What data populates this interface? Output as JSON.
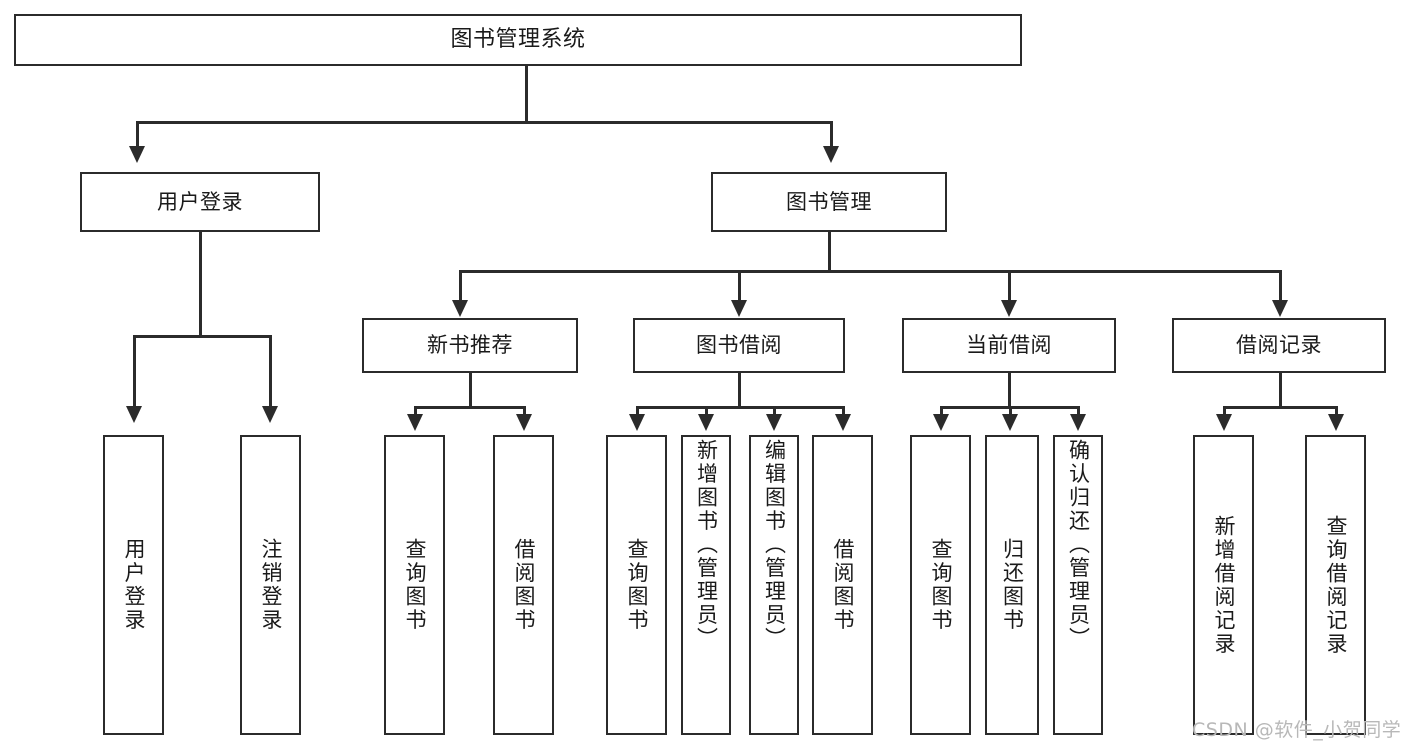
{
  "diagram": {
    "type": "tree-hierarchy",
    "title": "图书管理系统",
    "root": {
      "label": "图书管理系统",
      "children": [
        {
          "label": "用户登录",
          "children": [
            {
              "label": "用户登录"
            },
            {
              "label": "注销登录"
            }
          ]
        },
        {
          "label": "图书管理",
          "children": [
            {
              "label": "新书推荐",
              "children": [
                {
                  "label": "查询图书"
                },
                {
                  "label": "借阅图书"
                }
              ]
            },
            {
              "label": "图书借阅",
              "children": [
                {
                  "label": "查询图书"
                },
                {
                  "label": "新增图书（管理员）"
                },
                {
                  "label": "编辑图书（管理员）"
                },
                {
                  "label": "借阅图书"
                }
              ]
            },
            {
              "label": "当前借阅",
              "children": [
                {
                  "label": "查询图书"
                },
                {
                  "label": "归还图书"
                },
                {
                  "label": "确认归还（管理员）"
                }
              ]
            },
            {
              "label": "借阅记录",
              "children": [
                {
                  "label": "新增借阅记录"
                },
                {
                  "label": "查询借阅记录"
                }
              ]
            }
          ]
        }
      ]
    }
  },
  "nodes": {
    "root": "图书管理系统",
    "l1": {
      "user_login": "用户登录",
      "book_manage": "图书管理"
    },
    "l2": {
      "new_book_rec": "新书推荐",
      "book_borrow": "图书借阅",
      "current_borrow": "当前借阅",
      "borrow_record": "借阅记录"
    },
    "leaves": {
      "user_login": "用户登录",
      "logout_login": "注销登录",
      "query_book_a": "查询图书",
      "borrow_book_a": "借阅图书",
      "query_book_b": "查询图书",
      "add_book_admin": "新增图书（管理员）",
      "edit_book_admin": "编辑图书（管理员）",
      "borrow_book_b": "借阅图书",
      "query_book_c": "查询图书",
      "return_book": "归还图书",
      "confirm_return_admin": "确认归还（管理员）",
      "add_borrow_record": "新增借阅记录",
      "query_borrow_record": "查询借阅记录"
    }
  },
  "watermark": {
    "text": "CSDN @软件_小贺同学"
  },
  "colors": {
    "stroke": "#2b2b2b",
    "fill": "#ffffff",
    "text": "#1a1a1a",
    "watermark": "#b8b8b8"
  }
}
